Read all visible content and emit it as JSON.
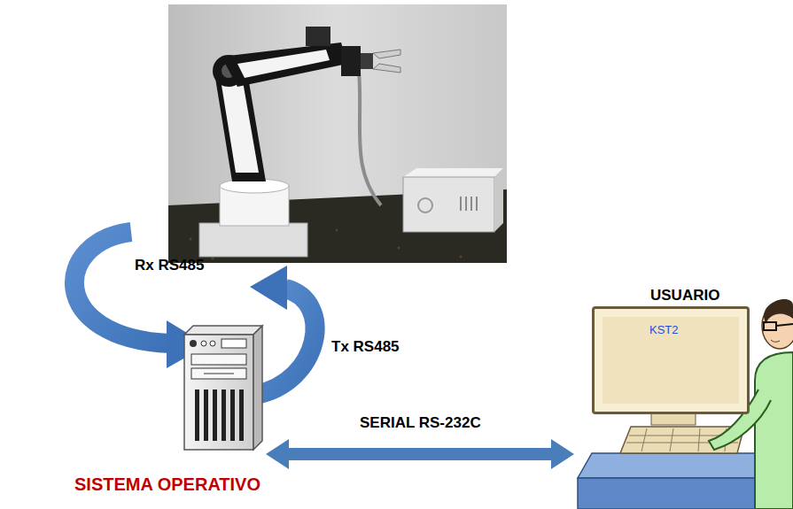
{
  "diagram": {
    "nodes": [
      {
        "text": [
          "SISTEMA OPERATIVO"
        ]
      },
      {
        "text": [
          "USUARIO"
        ]
      },
      {
        "text": [
          "KST2"
        ],
        "in": 1
      }
    ],
    "edges": [
      {
        "from": 0,
        "to": 1,
        "arrow": "both",
        "label": "SERIAL RS-232C"
      }
    ],
    "labels": [
      "Rx RS485",
      "Tx RS485"
    ]
  }
}
